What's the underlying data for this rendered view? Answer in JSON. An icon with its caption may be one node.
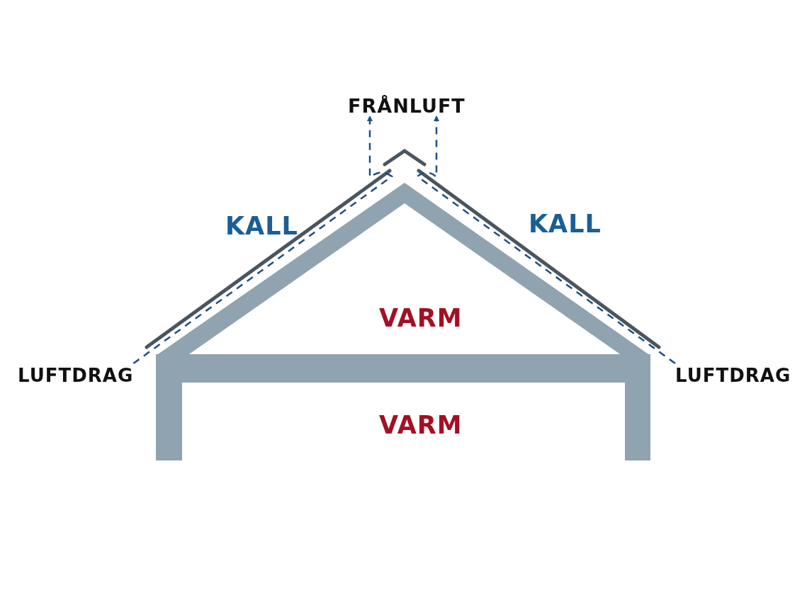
{
  "diagram": {
    "nodes": [
      {
        "text": [
          "FRÅNLUFT"
        ]
      },
      {
        "text": [
          "LUFTDRAG"
        ]
      },
      {
        "text": [
          "LUFTDRAG"
        ]
      }
    ],
    "edges": [
      {
        "from": 1,
        "to": 0,
        "arrow": "to",
        "style": "dashed"
      },
      {
        "from": 2,
        "to": 0,
        "arrow": "to",
        "style": "dashed"
      }
    ],
    "labels": [
      "KALL",
      "KALL",
      "VARM",
      "VARM"
    ]
  }
}
